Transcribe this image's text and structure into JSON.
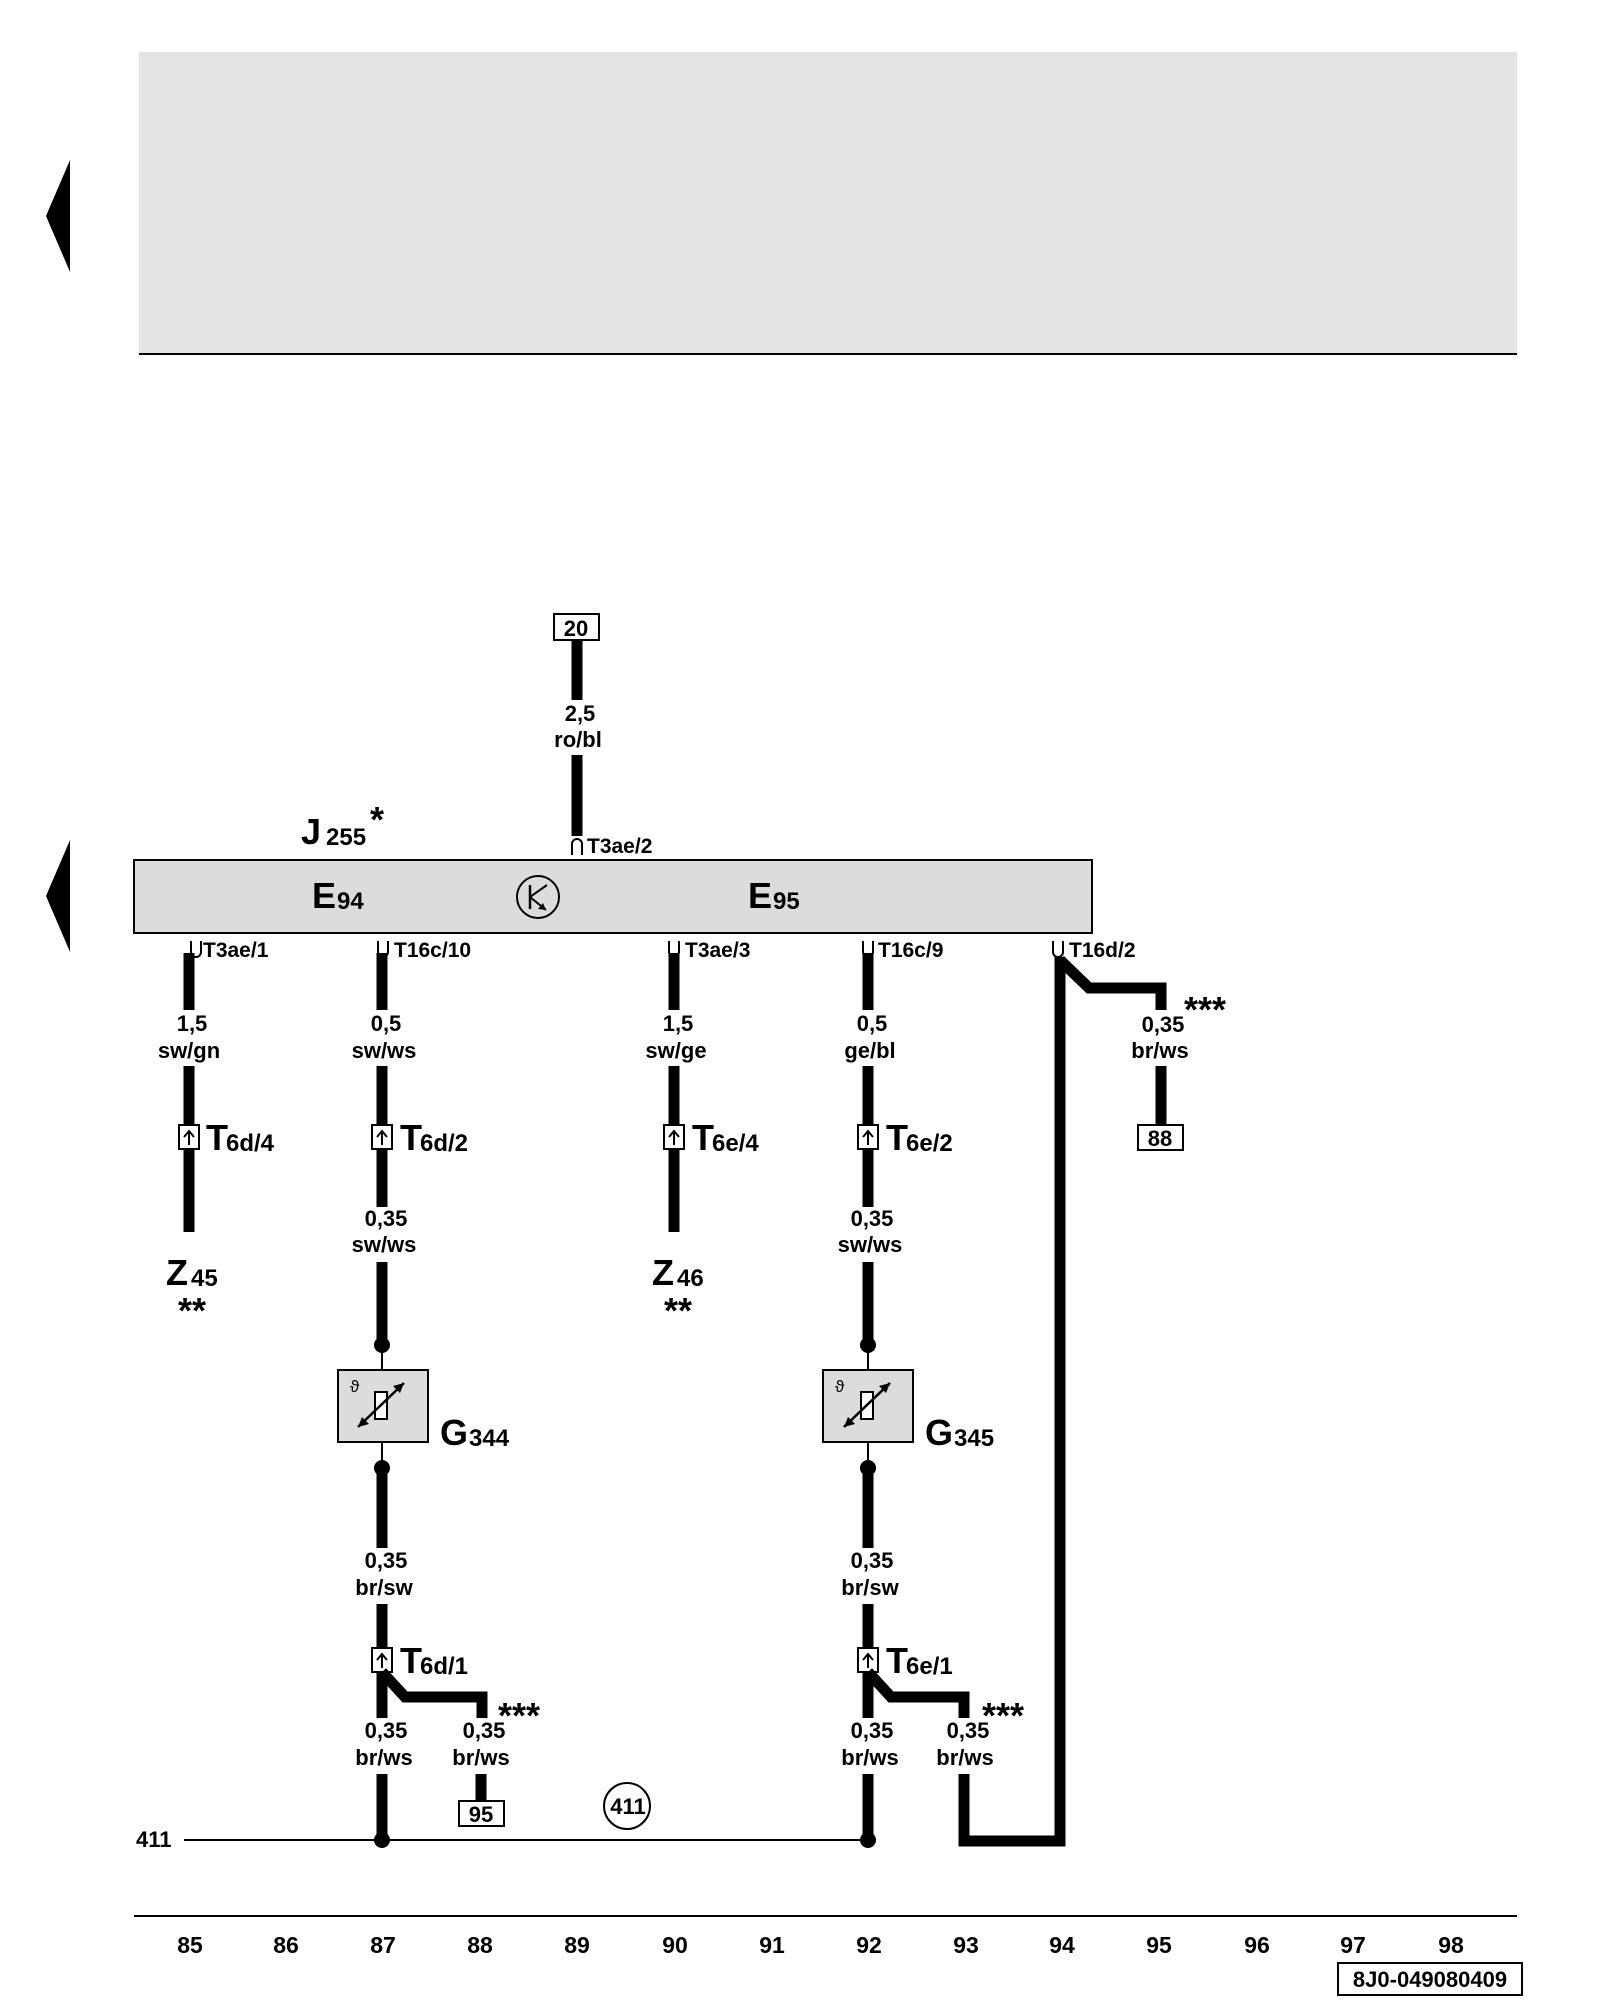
{
  "header": {
    "background_color": "#e3e3e3"
  },
  "unit": {
    "name": "J",
    "sub": "255",
    "mark": "*",
    "fill_color": "#dcdcdc"
  },
  "controls": [
    {
      "name": "E",
      "sub": "94"
    },
    {
      "name": "E",
      "sub": "95"
    }
  ],
  "power_ref": "20",
  "power_wire": {
    "size": "2,5",
    "color": "ro/bl"
  },
  "pin_top": "T3ae/2",
  "pins": [
    "T3ae/1",
    "T16c/10",
    "T3ae/3",
    "T16c/9",
    "T16d/2"
  ],
  "wires_upper": [
    {
      "size": "1,5",
      "color": "sw/gn"
    },
    {
      "size": "0,5",
      "color": "sw/ws"
    },
    {
      "size": "1,5",
      "color": "sw/ge"
    },
    {
      "size": "0,5",
      "color": "ge/bl"
    },
    {
      "size": "0,35",
      "color": "br/ws",
      "mark": "***"
    }
  ],
  "connectors": [
    {
      "name": "T",
      "sub": "6d/4"
    },
    {
      "name": "T",
      "sub": "6d/2"
    },
    {
      "name": "T",
      "sub": "6e/4"
    },
    {
      "name": "T",
      "sub": "6e/2"
    },
    {
      "name": "T",
      "sub": "6d/1"
    },
    {
      "name": "T",
      "sub": "6e/1"
    }
  ],
  "heaters": [
    {
      "name": "Z",
      "sub": "45",
      "mark": "**"
    },
    {
      "name": "Z",
      "sub": "46",
      "mark": "**"
    }
  ],
  "wires_mid": [
    {
      "size": "0,35",
      "color": "sw/ws"
    },
    {
      "size": "0,35",
      "color": "sw/ws"
    }
  ],
  "sensors": [
    {
      "name": "G",
      "sub": "344"
    },
    {
      "name": "G",
      "sub": "345"
    }
  ],
  "wires_lower": [
    {
      "size": "0,35",
      "color": "br/sw"
    },
    {
      "size": "0,35",
      "color": "br/sw"
    }
  ],
  "wires_bottom": [
    {
      "size": "0,35",
      "color": "br/ws"
    },
    {
      "size": "0,35",
      "color": "br/ws",
      "mark": "***"
    },
    {
      "size": "0,35",
      "color": "br/ws"
    },
    {
      "size": "0,35",
      "color": "br/ws",
      "mark": "***"
    }
  ],
  "refs": [
    "88",
    "95"
  ],
  "ground": {
    "label": "411",
    "circle": "411"
  },
  "grid_numbers": [
    "85",
    "86",
    "87",
    "88",
    "89",
    "90",
    "91",
    "92",
    "93",
    "94",
    "95",
    "96",
    "97",
    "98"
  ],
  "doc_id": "8J0-049080409"
}
